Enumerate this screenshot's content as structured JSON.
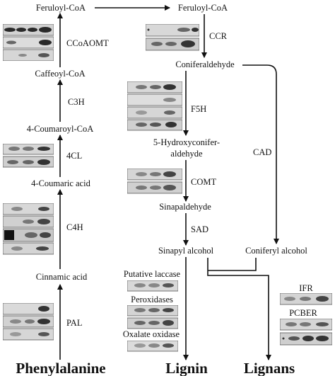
{
  "compounds": {
    "feruloyl_coa_left": "Feruloyl-CoA",
    "feruloyl_coa_right": "Feruloyl-CoA",
    "caffeoyl_coa": "Caffeoyl-CoA",
    "coumaroyl_coa": "4-Coumaroyl-CoA",
    "coumaric_acid": "4-Coumaric acid",
    "cinnamic_acid": "Cinnamic acid",
    "coniferaldehyde": "Coniferaldehyde",
    "hydroxyconiferaldehyde": "5-Hydroxyconifer-\naldehyde",
    "sinapaldehyde": "Sinapaldehyde",
    "sinapyl_alcohol": "Sinapyl alcohol",
    "coniferyl_alcohol": "Coniferyl alcohol"
  },
  "enzymes": {
    "ccoaomt": "CCoAOMT",
    "c3h": "C3H",
    "fourcl": "4CL",
    "c4h": "C4H",
    "pal": "PAL",
    "ccr": "CCR",
    "f5h": "F5H",
    "comt": "COMT",
    "sad": "SAD",
    "cad": "CAD",
    "putative_laccase": "Putative laccase",
    "peroxidases": "Peroxidases",
    "oxalate_oxidase": "Oxalate oxidase",
    "ifr": "IFR",
    "pcber": "PCBER"
  },
  "products": {
    "phenylalanine": "Phenylalanine",
    "lignin": "Lignin",
    "lignans": "Lignans"
  },
  "colors": {
    "line": "#111111",
    "blot_bg": "#d8d8d8",
    "band": "#333333"
  }
}
